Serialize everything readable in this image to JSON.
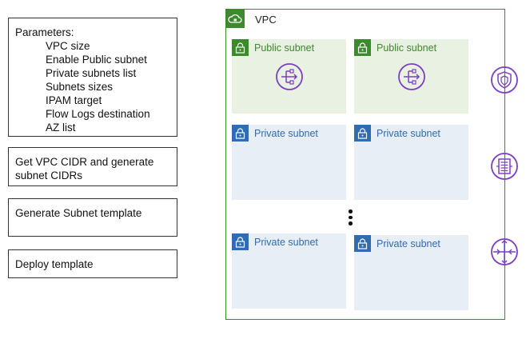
{
  "parameters": {
    "heading": "Parameters:",
    "items": [
      "VPC size",
      "Enable Public subnet",
      "Private subnets list",
      "Subnets sizes",
      "IPAM target",
      "Flow Logs destination",
      "AZ list"
    ]
  },
  "steps": [
    "Get VPC CIDR and generate subnet CIDRs",
    "Generate Subnet template",
    "Deploy template"
  ],
  "vpc": {
    "label": "VPC",
    "subnets": [
      {
        "label": "Public subnet",
        "kind": "public"
      },
      {
        "label": "Public subnet",
        "kind": "public"
      },
      {
        "label": "Private subnet",
        "kind": "private"
      },
      {
        "label": "Private subnet",
        "kind": "private"
      },
      {
        "label": "Private subnet",
        "kind": "private"
      },
      {
        "label": "Private subnet",
        "kind": "private"
      }
    ]
  },
  "icons": {
    "vpc_badge": "cloud-lock-icon",
    "public_badge": "lock-icon",
    "private_badge": "lock-icon",
    "public_center": "nat-gateway-icon",
    "side": [
      "flow-logs-shield-icon",
      "ipam-icon",
      "router-icon"
    ]
  },
  "colors": {
    "vpc_green": "#3b8a2c",
    "public_fill": "#e9f1e3",
    "private_blue": "#2f6cb2",
    "private_fill": "#e8eef6",
    "icon_purple": "#7b3fc4"
  }
}
